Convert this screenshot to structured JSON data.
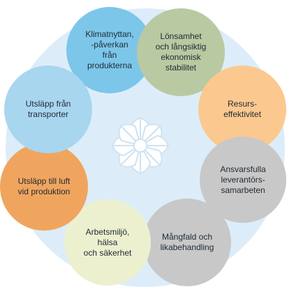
{
  "diagram": {
    "center_icon": "flower-emblem-icon",
    "colors": {
      "backdrop": "#dcedf9",
      "blue": "#7cc6ea",
      "sage": "#b9c9a2",
      "orange_light": "#fbc98f",
      "gray": "#c8c8c8",
      "pale_yellow": "#edf0cf",
      "orange_dark": "#f0a55f",
      "light_blue": "#a8d6ef"
    },
    "nodes": [
      {
        "label": "Klimatnyttan,\n-påverkan\nfrån\nprodukterna",
        "color": "#7cc6ea"
      },
      {
        "label": "Lönsamhet\noch långsiktig\nekonomisk\nstabilitet",
        "color": "#b9c9a2"
      },
      {
        "label": "Resurs-\neffektivitet",
        "color": "#fbc98f"
      },
      {
        "label": "Ansvarsfulla\nleverantörs-\nsamarbeten",
        "color": "#c8c8c8"
      },
      {
        "label": "Mångfald och\nlikabehandling",
        "color": "#c8c8c8"
      },
      {
        "label": "Arbetsmiljö,\nhälsa\noch säkerhet",
        "color": "#edf0cf"
      },
      {
        "label": "Utsläpp till luft\nvid produktion",
        "color": "#f0a55f"
      },
      {
        "label": "Utsläpp från\ntransporter",
        "color": "#a8d6ef"
      }
    ]
  }
}
